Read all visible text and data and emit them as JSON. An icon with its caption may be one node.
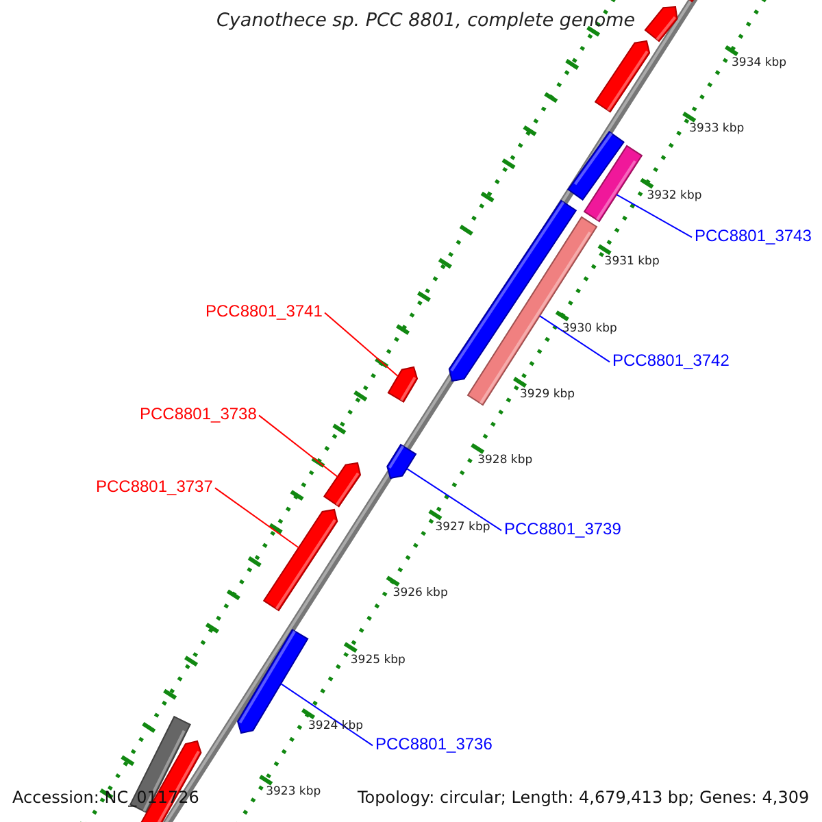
{
  "diagram": {
    "title": "Cyanothece sp. PCC 8801, complete genome",
    "nodes": [
      {
        "text": [
          "PCC8801_3743"
        ]
      },
      {
        "text": [],
        "shape": "bar"
      },
      {
        "text": [
          "PCC8801_3741"
        ]
      },
      {
        "text": [],
        "shape": "bar"
      },
      {
        "text": [
          "PCC8801_3742"
        ]
      },
      {
        "text": [],
        "shape": "bar"
      },
      {
        "text": [
          "PCC8801_3738"
        ]
      },
      {
        "text": [],
        "shape": "bar"
      },
      {
        "text": [
          "PCC8801_3737"
        ]
      },
      {
        "text": [],
        "shape": "bar"
      },
      {
        "text": [
          "PCC8801_3739"
        ]
      },
      {
        "text": [],
        "shape": "bar"
      },
      {
        "text": [
          "PCC8801_3736"
        ]
      },
      {
        "text": [],
        "shape": "bar"
      },
      {
        "text": [],
        "shape": "bar"
      },
      {
        "text": [],
        "shape": "bar"
      },
      {
        "text": [],
        "shape": "bar"
      },
      {
        "text": [],
        "shape": "bar"
      },
      {
        "text": [],
        "shape": "bar"
      },
      {
        "text": [],
        "shape": "bar"
      },
      {
        "text": [],
        "shape": "bar"
      }
    ],
    "edges": [
      {
        "from": 0,
        "to": 1,
        "arrow": "none"
      },
      {
        "from": 2,
        "to": 3,
        "arrow": "none",
        "color": "#ff0000"
      },
      {
        "from": 4,
        "to": 5,
        "arrow": "none"
      },
      {
        "from": 6,
        "to": 7,
        "arrow": "none",
        "color": "#ff0000"
      },
      {
        "from": 8,
        "to": 9,
        "arrow": "none",
        "color": "#ff0000"
      },
      {
        "from": 10,
        "to": 11,
        "arrow": "none"
      },
      {
        "from": 12,
        "to": 13,
        "arrow": "none"
      }
    ],
    "labels": [
      "3934 kbp",
      "3933 kbp",
      "3932 kbp",
      "3931 kbp",
      "3930 kbp",
      "3929 kbp",
      "3928 kbp",
      "3927 kbp",
      "3926 kbp",
      "3925 kbp",
      "3924 kbp",
      "3923 kbp",
      "Accession: NC_011726",
      "Topology: circular; Length: 4,679,413 bp; Genes: 4,309"
    ]
  }
}
